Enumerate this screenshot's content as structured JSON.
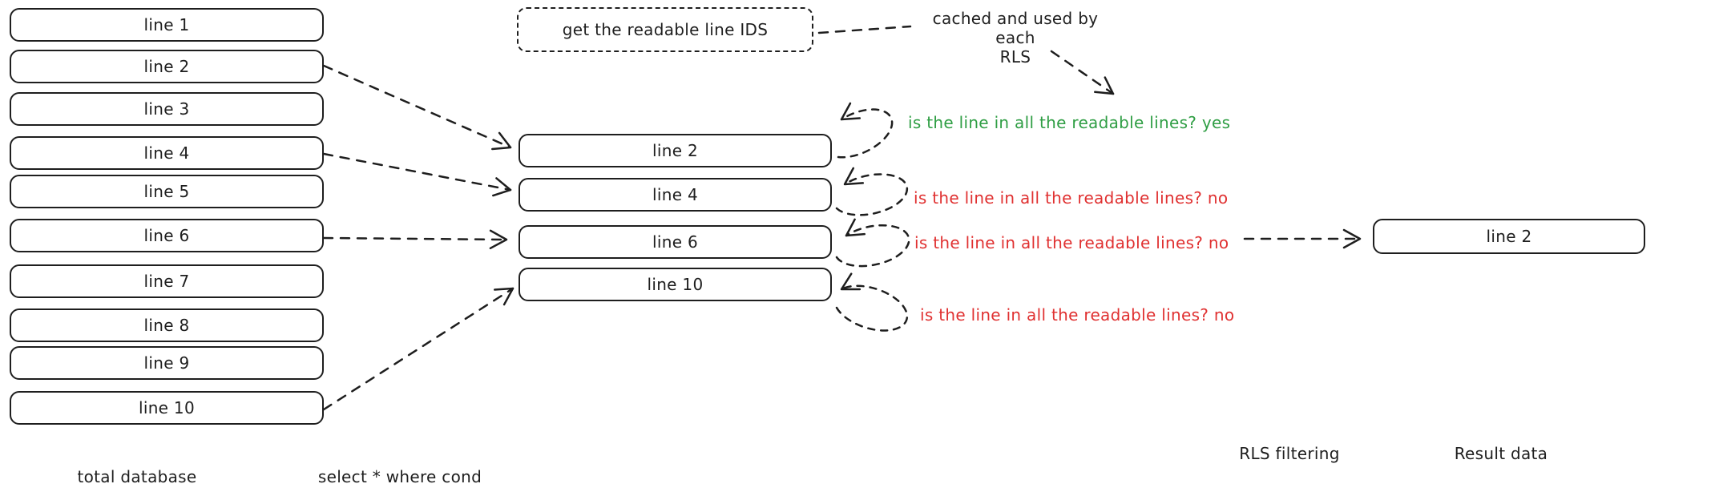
{
  "colors": {
    "ink": "#1e1e1e",
    "green": "#2f9e44",
    "red": "#e03131",
    "background": "#ffffff"
  },
  "database": {
    "label": "total database",
    "rows": [
      "line 1",
      "line 2",
      "line 3",
      "line 4",
      "line 5",
      "line 6",
      "line 7",
      "line 8",
      "line 9",
      "line 10"
    ]
  },
  "query": {
    "label": "select * where cond",
    "rows": [
      "line 2",
      "line 4",
      "line 6",
      "line 10"
    ]
  },
  "readable_ids": {
    "label": "get the readable line IDS"
  },
  "cache_note": {
    "line1": "cached and used by each",
    "line2": "RLS"
  },
  "checks": [
    {
      "text": "is the line in all the readable lines? yes",
      "answer": "yes"
    },
    {
      "text": "is the line in all the readable lines? no",
      "answer": "no"
    },
    {
      "text": "is the line in all the readable lines? no",
      "answer": "no"
    },
    {
      "text": "is the line in all the readable lines? no",
      "answer": "no"
    }
  ],
  "stage_labels": {
    "rls": "RLS filtering",
    "result": "Result data"
  },
  "result": {
    "rows": [
      "line 2"
    ]
  }
}
